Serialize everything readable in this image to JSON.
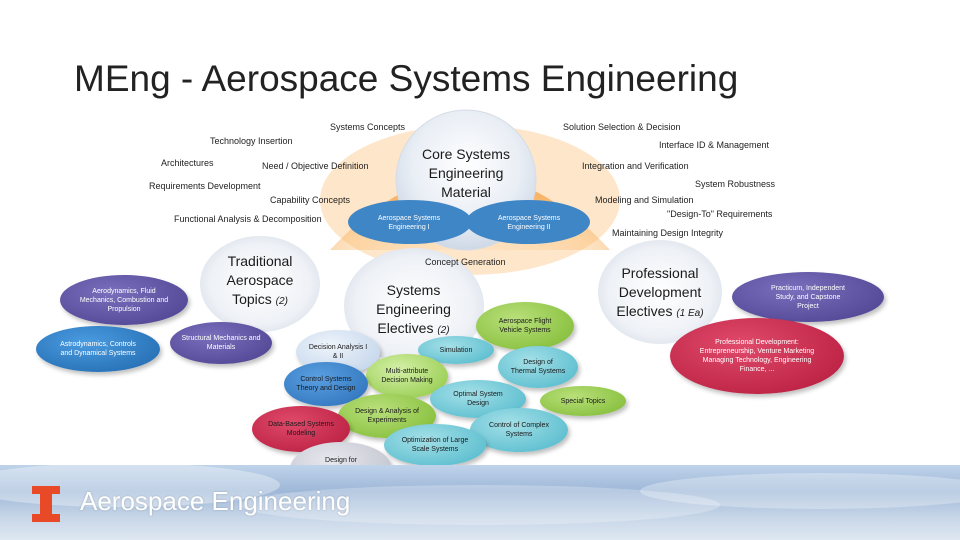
{
  "slide": {
    "title": "MEng - Aerospace Systems Engineering"
  },
  "top_labels": {
    "systems_concepts": "Systems Concepts",
    "solution_selection": "Solution Selection & Decision",
    "technology_insertion": "Technology Insertion",
    "interface_id": "Interface ID & Management",
    "architectures": "Architectures",
    "need_objective": "Need / Objective Definition",
    "integration_verification": "Integration and Verification",
    "system_robustness": "System Robustness",
    "requirements_development": "Requirements Development",
    "capability_concepts": "Capability Concepts",
    "modeling_simulation": "Modeling and Simulation",
    "design_to": "\"Design-To\" Requirements",
    "functional_analysis": "Functional Analysis & Decomposition",
    "maintaining_integrity": "Maintaining Design Integrity",
    "concept_generation": "Concept Generation"
  },
  "core": {
    "title_line1": "Core Systems",
    "title_line2": "Engineering",
    "title_line3": "Material",
    "course1": "Aerospace Systems Engineering I",
    "course2": "Aerospace Systems Engineering II"
  },
  "traditional": {
    "line1": "Traditional",
    "line2": "Aerospace",
    "line3": "Topics",
    "count": "(2)",
    "aero": "Aerodynamics, Fluid Mechanics, Combustion and Propulsion",
    "astro": "Astrodynamics, Controls and Dynamical Systems",
    "structural": "Structural Mechanics and Materials"
  },
  "electives": {
    "line1": "Systems",
    "line2": "Engineering",
    "line3": "Electives",
    "count": "(2)",
    "decision": "Decision Analysis I & II",
    "flight_vehicle": "Aerospace Flight Vehicle Systems",
    "simulation": "Simulation",
    "multi_attribute": "Multi-attribute Decision Making",
    "design_thermal": "Design of Thermal Systems",
    "control_theory": "Control Systems Theory and Design",
    "optimal_system": "Optimal System Design",
    "special_topics": "Special Topics",
    "doe": "Design & Analysis of Experiments",
    "data_based": "Data-Based Systems Modeling",
    "complex_control": "Control of Complex Systems",
    "large_scale": "Optimization of Large Scale Systems",
    "reliability": "Design for Reliability and Maintainability"
  },
  "professional": {
    "line1": "Professional",
    "line2": "Development",
    "line3": "Electives",
    "count": "(1 Ea)",
    "practicum": "Practicum, Independent Study, and Capstone Project",
    "development": "Professional Development: Entrepreneurship, Venture Marketing Managing Technology, Engineering Finance, ..."
  },
  "footer": {
    "brand": "Aerospace Engineering"
  },
  "colors": {
    "arc_orange": "#f6a24a",
    "core_blue": "#3f86c6",
    "trad_purple": "#5b4e9e",
    "trad_blue": "#2f7fc4",
    "electives_teal": "#4bb6c9",
    "electives_green": "#8cc63f",
    "prof_red": "#c8203a",
    "illinois_orange": "#e84a27"
  }
}
